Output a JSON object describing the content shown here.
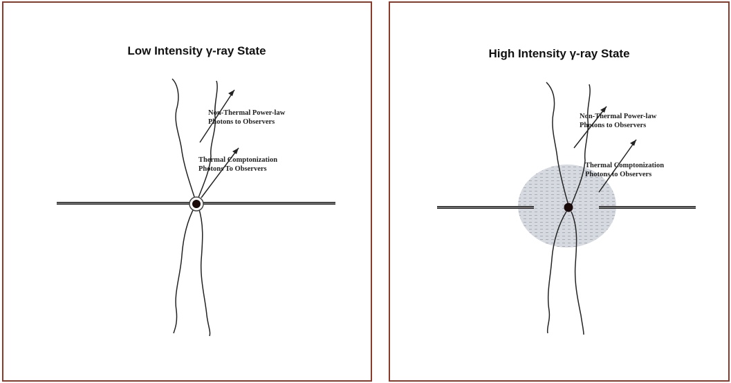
{
  "left_panel": {
    "title": "Low Intensity γ-ray State",
    "nonthermal_label_line1": "Non-Thermal Power-law",
    "nonthermal_label_line2": "Photons to Observers",
    "thermal_label_line1": "Thermal Comptonization",
    "thermal_label_line2": "Photons  To Observers"
  },
  "right_panel": {
    "title": "High Intensity γ-ray State",
    "nonthermal_label_line1": "Non-Thermal Power-law",
    "nonthermal_label_line2": "Photons to Observers",
    "thermal_label_line1": "Thermal Comptonization",
    "thermal_label_line2": "Photons to Observers"
  },
  "colors": {
    "frame": "#8b3a2a",
    "line": "#222222",
    "corona_fill": "#c9ced6"
  }
}
